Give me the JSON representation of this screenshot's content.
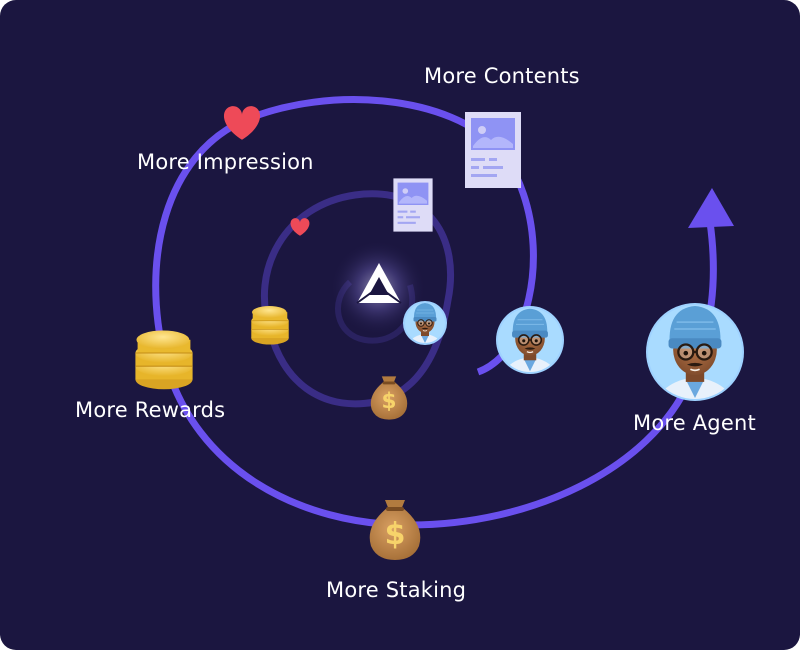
{
  "labels": {
    "contents": "More Contents",
    "impression": "More Impression",
    "rewards": "More Rewards",
    "agent": "More Agent",
    "staking": "More Staking"
  },
  "icons": {
    "center": "platform-logo-icon",
    "heart": "heart-icon",
    "document": "content-document-icon",
    "coins": "coin-stack-icon",
    "money_bag": "money-bag-icon",
    "avatar": "agent-avatar-icon",
    "bag_symbol": "$"
  },
  "colors": {
    "background": "#1b1640",
    "outer_spiral": "#6a50ee",
    "inner_spiral": "#3a2d86",
    "heart": "#ee4a58",
    "coin": "#f3c93f",
    "bag": "#c28a4c",
    "document": "#dddcf7",
    "document_accent": "#8f93f4",
    "avatar_ring": "#9fd2ff"
  }
}
